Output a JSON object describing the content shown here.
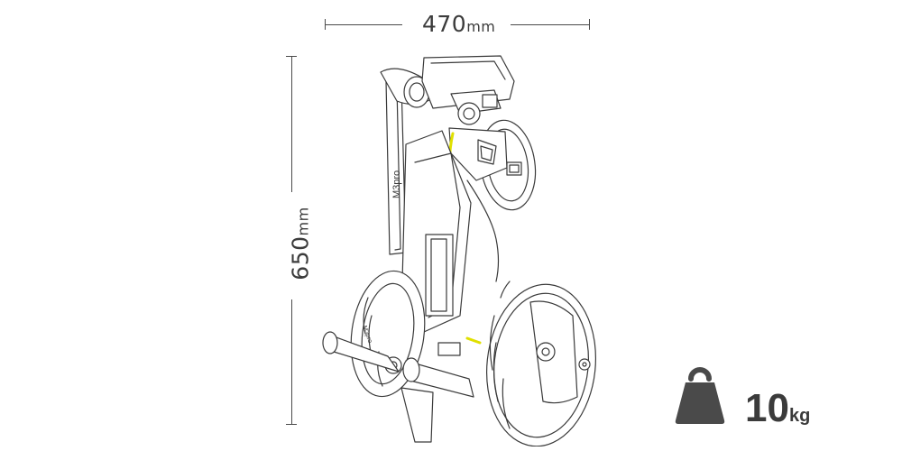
{
  "dimensions": {
    "width": {
      "value": "470",
      "unit": "mm"
    },
    "height": {
      "value": "650",
      "unit": "mm"
    }
  },
  "weight": {
    "value": "10",
    "unit": "kg",
    "icon": "weight-icon"
  },
  "product": {
    "brand_label": "M3pro",
    "logo_label": "M3pro"
  },
  "colors": {
    "line": "#3a3a3a",
    "accent": "#e0e000",
    "icon": "#4a4a4a"
  }
}
